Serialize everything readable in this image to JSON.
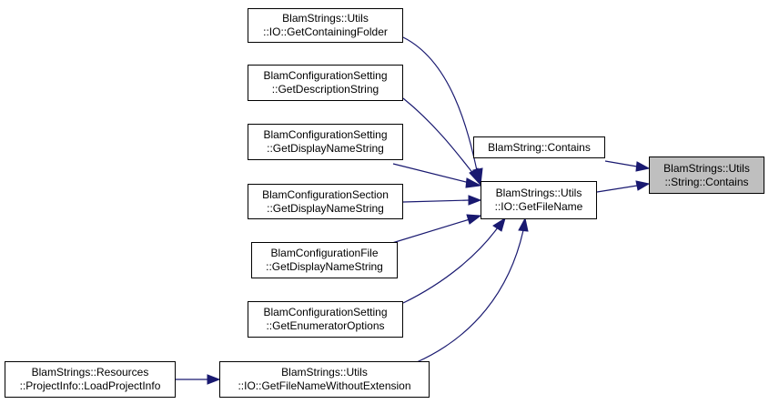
{
  "diagram": {
    "nodes": {
      "get_containing_folder": {
        "line1": "BlamStrings::Utils",
        "line2": "::IO::GetContainingFolder"
      },
      "get_description_string": {
        "line1": "BlamConfigurationSetting",
        "line2": "::GetDescriptionString"
      },
      "setting_get_display_name": {
        "line1": "BlamConfigurationSetting",
        "line2": "::GetDisplayNameString"
      },
      "section_get_display_name": {
        "line1": "BlamConfigurationSection",
        "line2": "::GetDisplayNameString"
      },
      "file_get_display_name": {
        "line1": "BlamConfigurationFile",
        "line2": "::GetDisplayNameString"
      },
      "get_enumerator_options": {
        "line1": "BlamConfigurationSetting",
        "line2": "::GetEnumeratorOptions"
      },
      "load_project_info": {
        "line1": "BlamStrings::Resources",
        "line2": "::ProjectInfo::LoadProjectInfo"
      },
      "get_file_name_without_extension": {
        "line1": "BlamStrings::Utils",
        "line2": "::IO::GetFileNameWithoutExtension"
      },
      "blam_string_contains": {
        "line1": "BlamString::Contains"
      },
      "get_file_name": {
        "line1": "BlamStrings::Utils",
        "line2": "::IO::GetFileName"
      },
      "string_contains": {
        "line1": "BlamStrings::Utils",
        "line2": "::String::Contains"
      }
    },
    "edge_color": "#191970",
    "highlight_fill": "#bfbfbf"
  }
}
